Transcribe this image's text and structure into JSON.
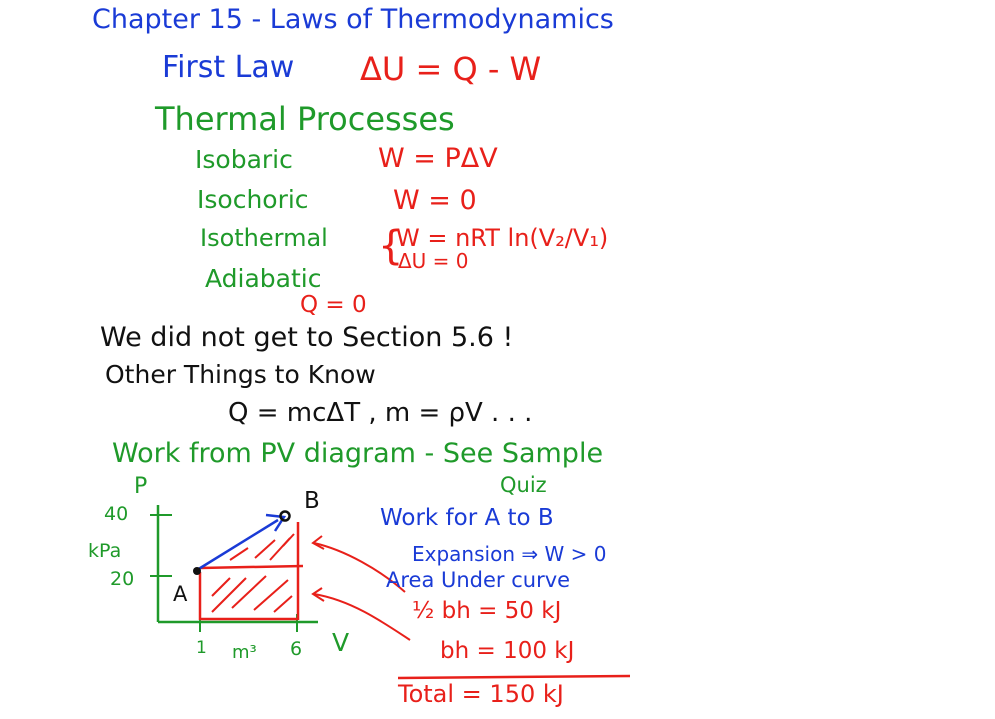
{
  "notes": {
    "chapter_title": "Chapter 15 - Laws of Thermodynamics",
    "first_law_label": "First Law",
    "first_law_eq": "ΔU = Q - W",
    "thermal_processes": "Thermal Processes",
    "processes": [
      {
        "name": "Isobaric",
        "eq": "W = PΔV"
      },
      {
        "name": "Isochoric",
        "eq": "W = 0"
      },
      {
        "name": "Isothermal",
        "eq": "W = nRT ln(V₂/V₁)",
        "eq2": "ΔU = 0"
      },
      {
        "name": "Adiabatic",
        "eq": "Q = 0"
      }
    ],
    "section_note": "We did not get to Section 5.6 !",
    "other_things": "Other Things to Know",
    "other_eq": "Q = mcΔT ,  m = ρV  . . .",
    "work_pv": "Work from PV diagram - See Sample",
    "quiz": "Quiz"
  },
  "pv_diagram": {
    "y_axis_label": "P",
    "y_unit": "kPa",
    "y_ticks": [
      "40",
      "20"
    ],
    "x_axis_label": "V",
    "x_unit": "m³",
    "x_ticks": [
      "1",
      "6"
    ],
    "point_a": "A",
    "point_b": "B"
  },
  "work_calc": {
    "title": "Work for A to B",
    "expansion": "Expansion ⇒ W > 0",
    "area": "Area Under curve",
    "triangle": "½ bh = 50 kJ",
    "rectangle": "bh = 100 kJ",
    "total": "Total = 150 kJ"
  },
  "colors": {
    "blue": "#1a3bd6",
    "red": "#e8201a",
    "green": "#1f9a2a",
    "black": "#111111"
  }
}
